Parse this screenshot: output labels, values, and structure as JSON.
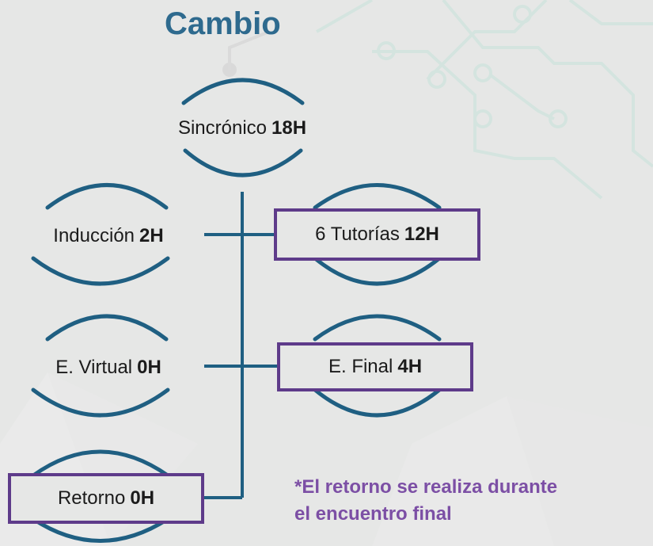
{
  "title": "Cambio",
  "nodes": {
    "sincronico": {
      "label": "Sincrónico",
      "hours": "18H"
    },
    "induccion": {
      "label": "Inducción",
      "hours": "2H"
    },
    "tutorias": {
      "label": "6 Tutorías",
      "hours": "12H"
    },
    "evirtual": {
      "label": "E. Virtual",
      "hours": "0H"
    },
    "efinal": {
      "label": "E. Final",
      "hours": "4H"
    },
    "retorno": {
      "label": "Retorno",
      "hours": "0H"
    }
  },
  "note": {
    "line1": "*El retorno se realiza durante",
    "line2": "el encuentro final"
  },
  "colors": {
    "background": "#e6e7e6",
    "title": "#2e6a8e",
    "connector": "#1f5f82",
    "box_border": "#5e3b8a",
    "note": "#7c4fa5",
    "circuit": "#cfe3dc"
  }
}
